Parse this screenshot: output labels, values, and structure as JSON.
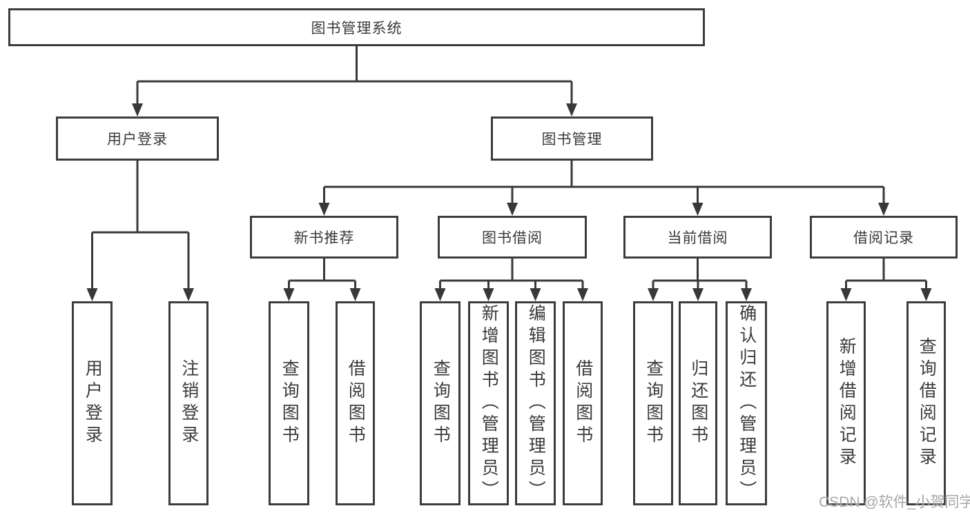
{
  "diagram": {
    "root": {
      "label": "图书管理系统"
    },
    "branches": [
      {
        "label": "用户登录",
        "children": [
          {
            "label": "用户登录"
          },
          {
            "label": "注销登录"
          }
        ]
      },
      {
        "label": "图书管理",
        "children": [
          {
            "label": "新书推荐",
            "children": [
              {
                "label": "查询图书"
              },
              {
                "label": "借阅图书"
              }
            ]
          },
          {
            "label": "图书借阅",
            "children": [
              {
                "label": "查询图书"
              },
              {
                "label": "新增图书（管理员）"
              },
              {
                "label": "编辑图书（管理员）"
              },
              {
                "label": "借阅图书"
              }
            ]
          },
          {
            "label": "当前借阅",
            "children": [
              {
                "label": "查询图书"
              },
              {
                "label": "归还图书"
              },
              {
                "label": "确认归还（管理员）"
              }
            ]
          },
          {
            "label": "借阅记录",
            "children": [
              {
                "label": "新增借阅记录"
              },
              {
                "label": "查询借阅记录"
              }
            ]
          }
        ]
      }
    ]
  },
  "watermark": {
    "text": "CSDN @软件_小贺同学"
  },
  "colors": {
    "line": "#383838",
    "border": "#3c3c3c",
    "text": "#3a3a3a",
    "background": "#ffffff",
    "watermark": "#969696"
  }
}
